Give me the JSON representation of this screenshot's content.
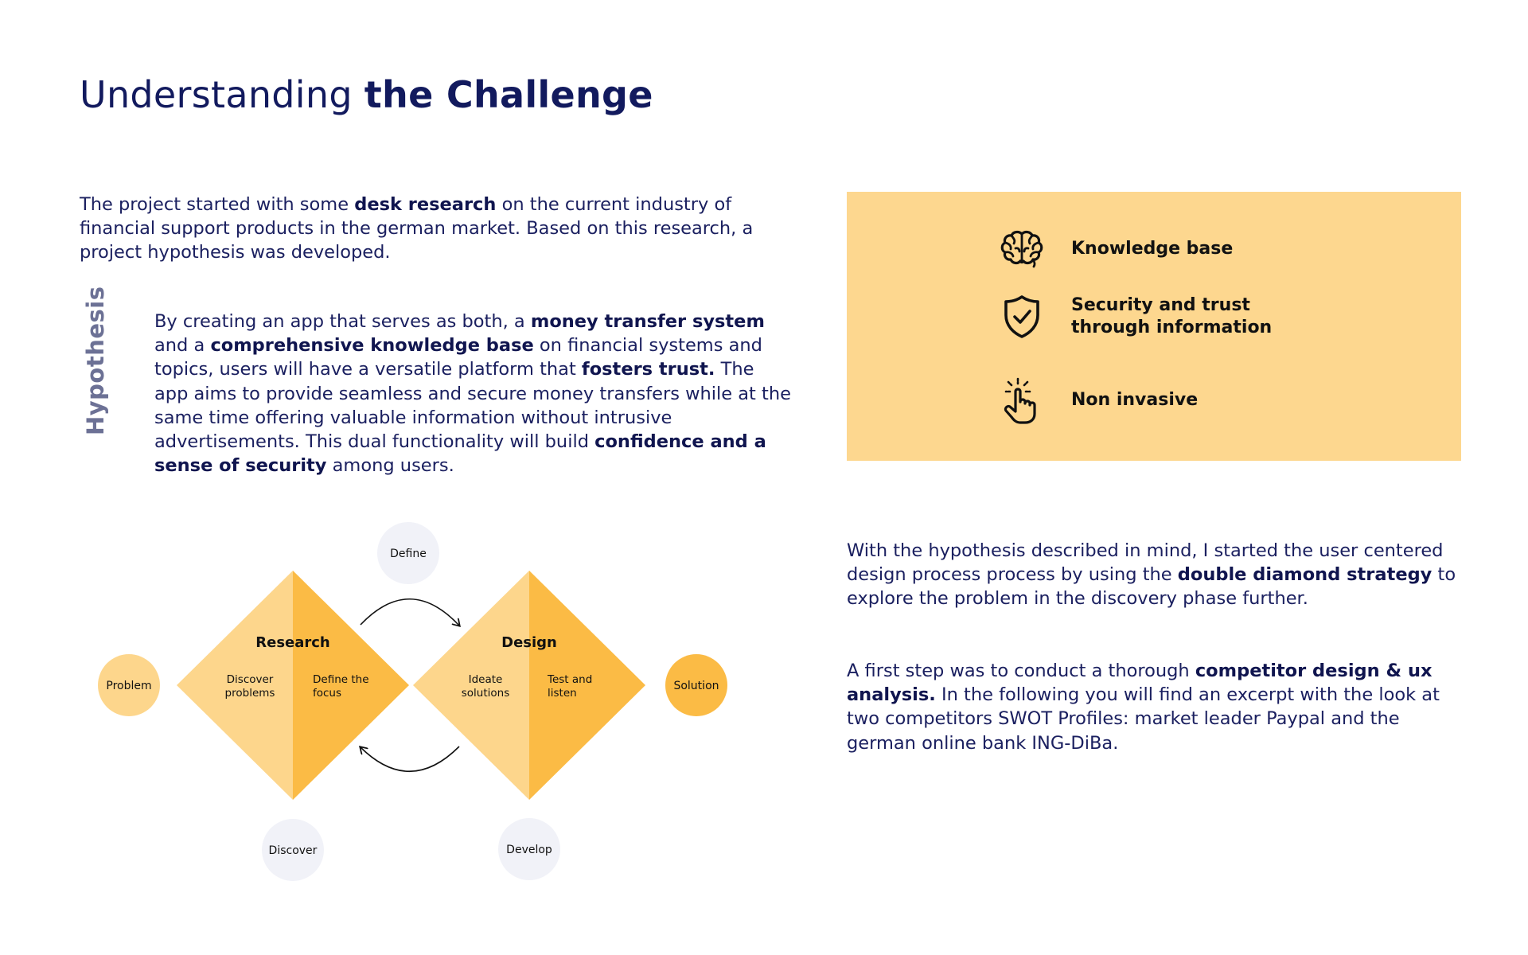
{
  "title": {
    "normal": "Understanding",
    "bold": "the Challenge"
  },
  "intro": {
    "t1": "The project started with some ",
    "b1": "desk research",
    "t2": " on the current industry of financial support products in the german market. Based on this research, a project hypothesis was developed."
  },
  "hypothesis": {
    "label": "Hypothesis",
    "t1": "By creating an app that serves as both, a ",
    "b1": "money transfer system",
    "t2": " and a ",
    "b2": "comprehensive knowledge base",
    "t3": " on financial systems and topics, users will have a versatile platform that ",
    "b3": "fosters trust.",
    "t4": " The app aims to provide seamless and secure money transfers while at the same time offering valuable information without intrusive advertisements. This dual functionality will build ",
    "b4": "confidence and a sense of security",
    "t5": " among users."
  },
  "features": [
    {
      "icon": "brain-icon",
      "line1": "Knowledge base",
      "line2": ""
    },
    {
      "icon": "shield-check-icon",
      "line1": "Security and trust",
      "line2": "through information"
    },
    {
      "icon": "pointer-click-icon",
      "line1": "Non invasive",
      "line2": ""
    }
  ],
  "para1": {
    "t1": "With the hypothesis described in mind, I started the user centered design process process by using the ",
    "b1": "double diamond strategy",
    "t2": " to explore the problem in the discovery phase further."
  },
  "para2": {
    "t1": "A first step was to conduct a thorough ",
    "b1": "competitor design & ux analysis.",
    "t2": " In the following you will find an excerpt with the look at two competitors SWOT Profiles: market leader Paypal and the german online bank ING-DiBa."
  },
  "diagram": {
    "problem": "Problem",
    "solution": "Solution",
    "define": "Define",
    "discover": "Discover",
    "develop": "Develop",
    "research": {
      "title": "Research",
      "left1": "Discover",
      "left2": "problems",
      "right1": "Define the",
      "right2": "focus"
    },
    "design": {
      "title": "Design",
      "left1": "Ideate",
      "left2": "solutions",
      "right1": "Test and",
      "right2": "listen"
    },
    "colors": {
      "light": "#fdd68c",
      "dark": "#fbbb45",
      "bubble": "#f1f2f8",
      "problem": "#fdd68c",
      "solution": "#fbbb45"
    }
  }
}
